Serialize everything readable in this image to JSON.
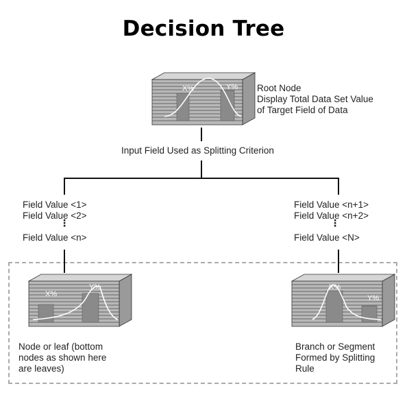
{
  "title": "Decision Tree",
  "root": {
    "labels": [
      "Root Node",
      "Display Total Data Set Value",
      "of Target Field of Data"
    ],
    "marker_x": "X%",
    "marker_y": "Y%"
  },
  "split_criterion": "Input Field Used as Splitting Criterion",
  "left_branch": {
    "values": [
      "Field Value <1>",
      "Field Value <2>"
    ],
    "last_value": "Field Value <n>",
    "ellipsis": "⋮",
    "node_caption": [
      "Node or leaf (bottom",
      "nodes as shown here",
      "are leaves)"
    ],
    "marker_x": "X%",
    "marker_y": "Y%"
  },
  "right_branch": {
    "values": [
      "Field Value <n+1>",
      "Field Value <n+2>"
    ],
    "last_value": "Field Value <N>",
    "ellipsis": "⋮",
    "node_caption": [
      "Branch or Segment",
      "Formed by Splitting",
      "Rule"
    ],
    "marker_x": "X%",
    "marker_y": "Y%"
  }
}
